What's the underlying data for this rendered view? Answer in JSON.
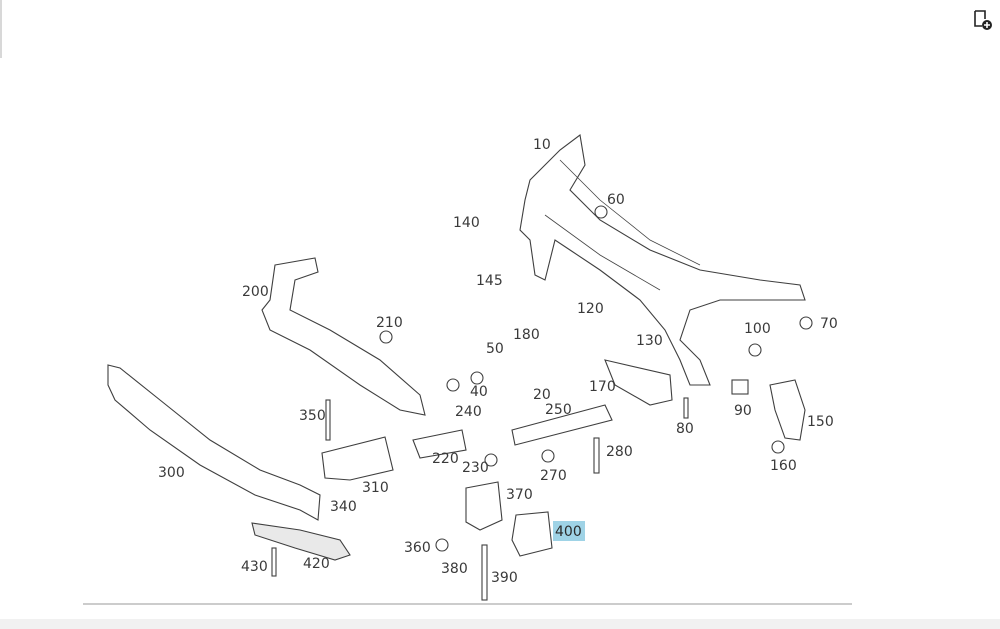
{
  "toolbar": {
    "icon": "document-add-icon"
  },
  "diagram": {
    "callouts": [
      {
        "id": "10",
        "label": "10"
      },
      {
        "id": "20",
        "label": "20"
      },
      {
        "id": "40",
        "label": "40"
      },
      {
        "id": "50",
        "label": "50"
      },
      {
        "id": "60",
        "label": "60"
      },
      {
        "id": "70",
        "label": "70"
      },
      {
        "id": "80",
        "label": "80"
      },
      {
        "id": "90",
        "label": "90"
      },
      {
        "id": "100",
        "label": "100"
      },
      {
        "id": "120",
        "label": "120"
      },
      {
        "id": "130",
        "label": "130"
      },
      {
        "id": "140",
        "label": "140"
      },
      {
        "id": "145",
        "label": "145"
      },
      {
        "id": "150",
        "label": "150"
      },
      {
        "id": "160",
        "label": "160"
      },
      {
        "id": "170",
        "label": "170"
      },
      {
        "id": "180",
        "label": "180"
      },
      {
        "id": "200",
        "label": "200"
      },
      {
        "id": "210",
        "label": "210"
      },
      {
        "id": "220",
        "label": "220"
      },
      {
        "id": "230",
        "label": "230"
      },
      {
        "id": "240",
        "label": "240"
      },
      {
        "id": "250",
        "label": "250"
      },
      {
        "id": "270",
        "label": "270"
      },
      {
        "id": "280",
        "label": "280"
      },
      {
        "id": "300",
        "label": "300"
      },
      {
        "id": "310",
        "label": "310"
      },
      {
        "id": "340",
        "label": "340"
      },
      {
        "id": "350",
        "label": "350"
      },
      {
        "id": "360",
        "label": "360"
      },
      {
        "id": "370",
        "label": "370"
      },
      {
        "id": "380",
        "label": "380"
      },
      {
        "id": "390",
        "label": "390"
      },
      {
        "id": "400",
        "label": "400"
      },
      {
        "id": "420",
        "label": "420"
      },
      {
        "id": "430",
        "label": "430"
      }
    ],
    "selected": "400",
    "highlight_color": "#9fd3e6"
  }
}
